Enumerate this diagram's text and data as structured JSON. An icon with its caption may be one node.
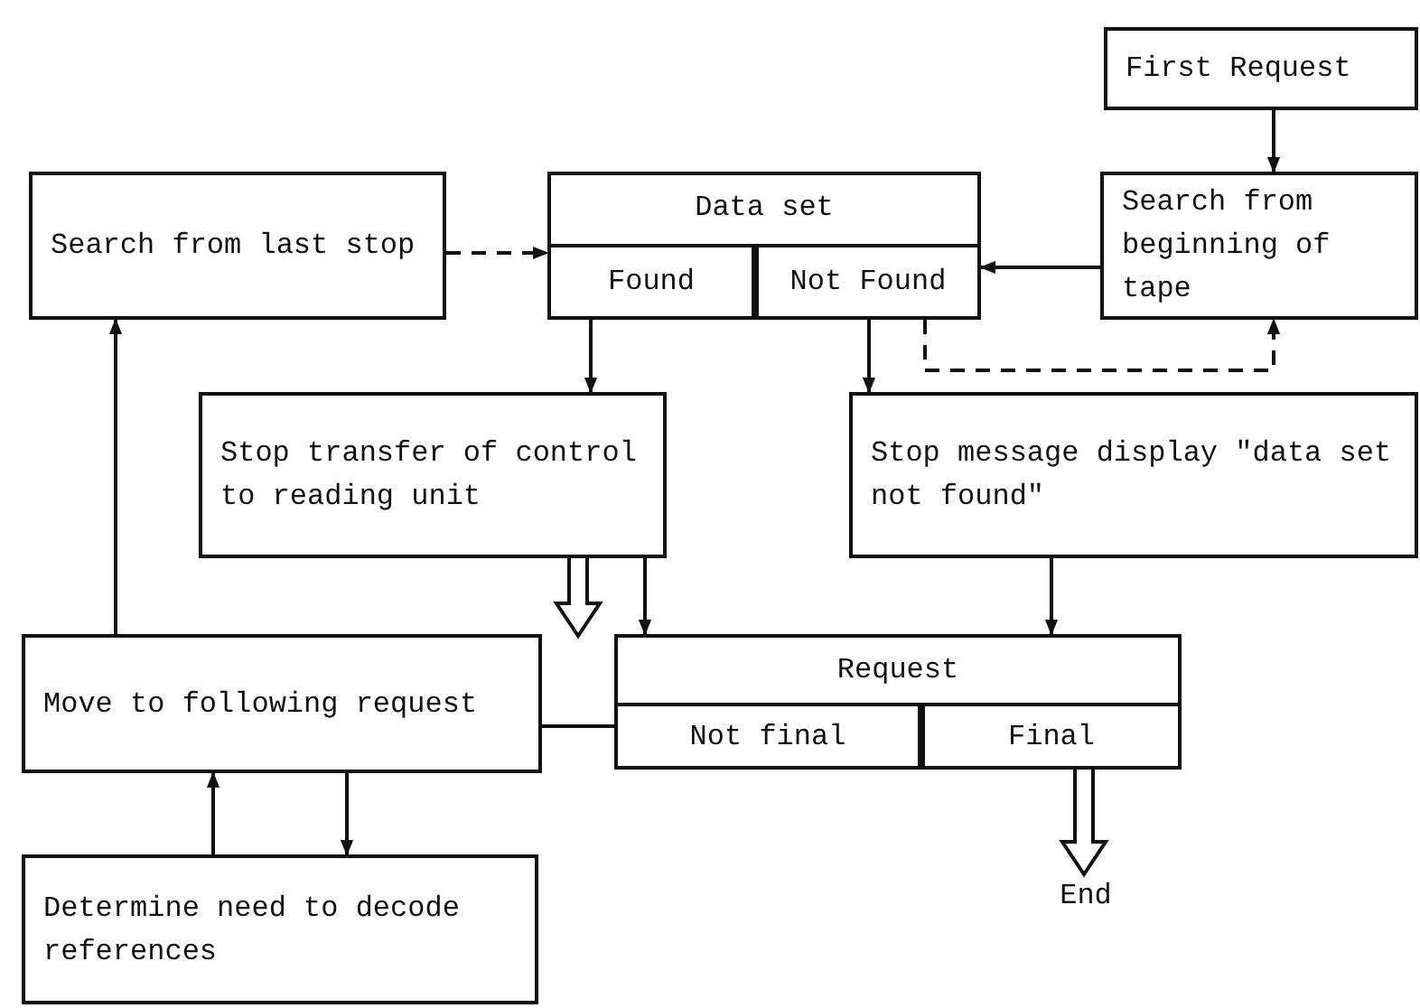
{
  "diagram": {
    "nodes": [
      {
        "text": [
          "First Request"
        ]
      },
      {
        "text": [
          "Search from last stop"
        ]
      },
      {
        "text": [
          "Data set"
        ]
      },
      {
        "text": [
          "Found"
        ],
        "in": 2
      },
      {
        "text": [
          "Not Found"
        ],
        "in": 2
      },
      {
        "text": [
          "Search from beginning of tape"
        ]
      },
      {
        "text": [
          "Stop transfer of control to reading unit"
        ]
      },
      {
        "text": [
          "Stop message display \"data set not found\""
        ]
      },
      {
        "text": [
          "Move to following request"
        ]
      },
      {
        "text": [
          "Request"
        ]
      },
      {
        "text": [
          "Not final"
        ],
        "in": 9
      },
      {
        "text": [
          "Final"
        ],
        "in": 9
      },
      {
        "text": [
          "Determine need to decode references"
        ]
      },
      {
        "text": [
          "End"
        ]
      }
    ],
    "edges": [
      {
        "from": 0,
        "to": 5,
        "arrow": "to"
      },
      {
        "from": 1,
        "to": 2,
        "arrow": "to",
        "style": "dashed"
      },
      {
        "from": 5,
        "to": 4,
        "arrow": "to"
      },
      {
        "from": 3,
        "to": 6,
        "arrow": "to"
      },
      {
        "from": 4,
        "to": 7,
        "arrow": "to"
      },
      {
        "from": 4,
        "to": 5,
        "arrow": "to",
        "style": "dashed"
      },
      {
        "from": 6,
        "to": 9,
        "arrow": "to"
      },
      {
        "from": 6,
        "to": null,
        "arrow": "to",
        "style": "thick"
      },
      {
        "from": 7,
        "to": 9,
        "arrow": "to"
      },
      {
        "from": 8,
        "to": 1,
        "arrow": "to"
      },
      {
        "from": 10,
        "to": 8,
        "arrow": "none"
      },
      {
        "from": 12,
        "to": 8,
        "arrow": "to"
      },
      {
        "from": 8,
        "to": 12,
        "arrow": "to"
      },
      {
        "from": 11,
        "to": 13,
        "arrow": "to",
        "style": "thick"
      }
    ]
  }
}
